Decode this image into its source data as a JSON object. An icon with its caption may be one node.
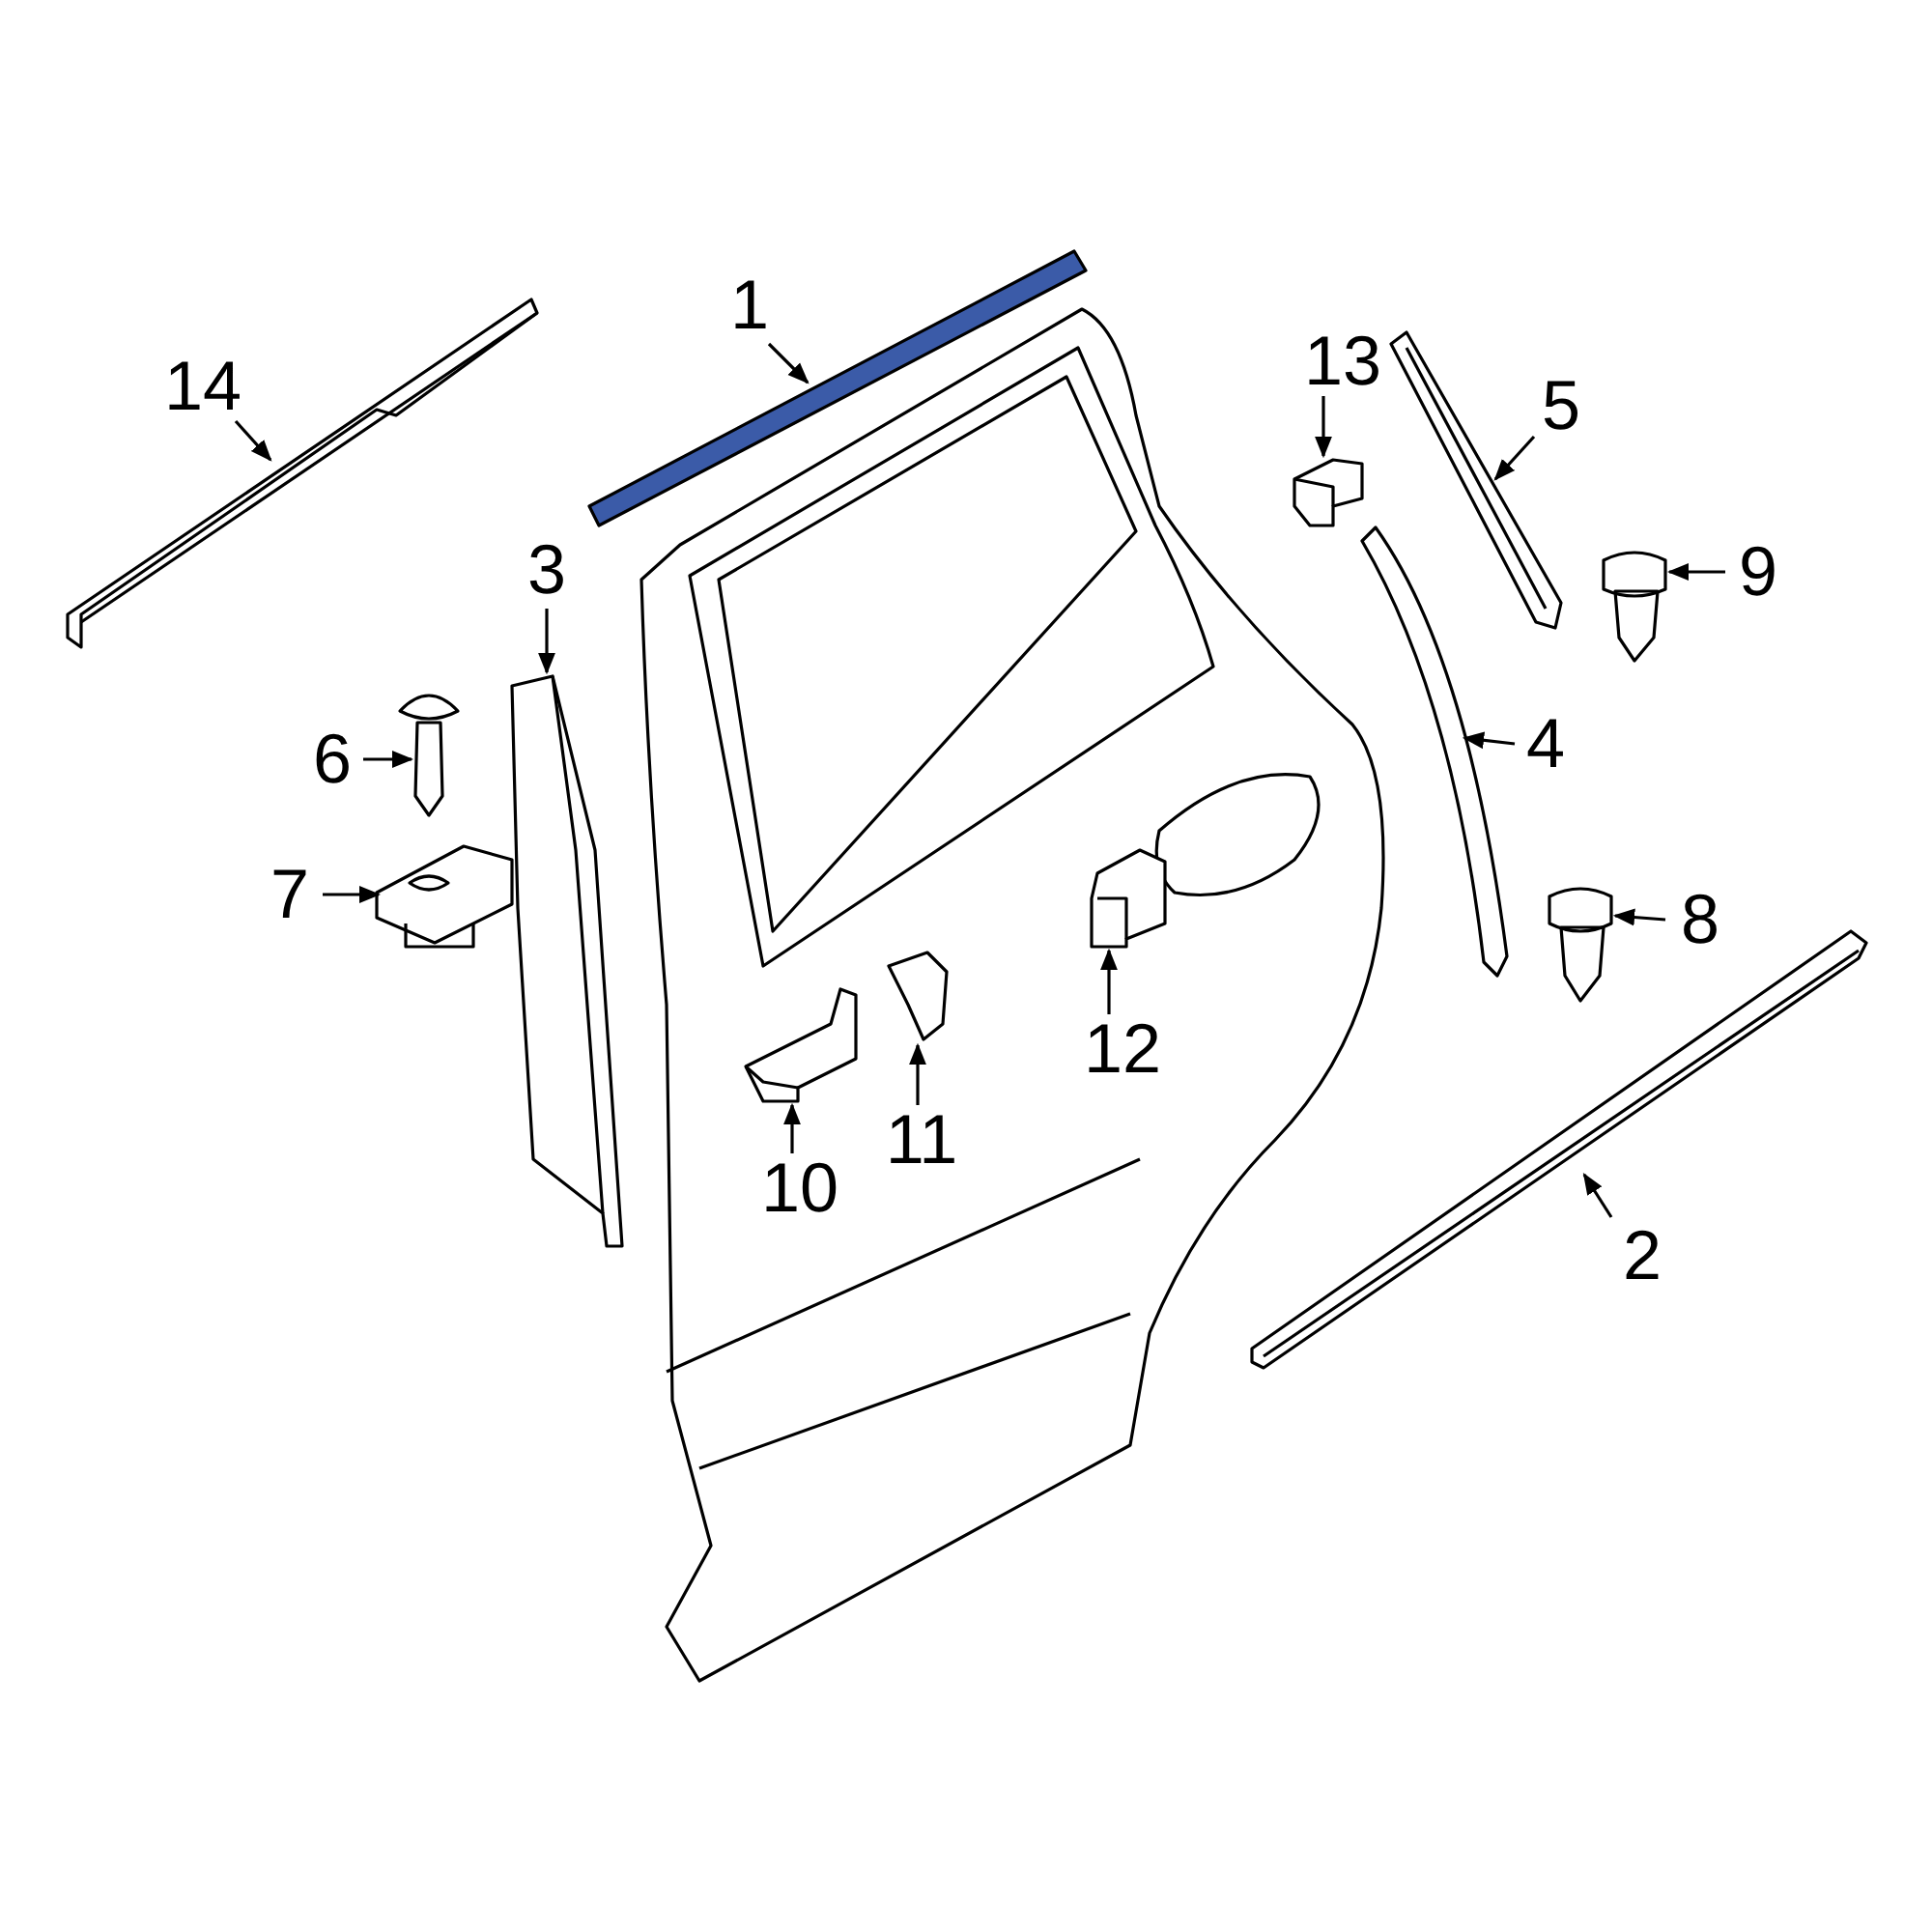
{
  "diagram": {
    "nodes": [
      {
        "text": [
          "1"
        ]
      },
      {
        "text": [
          "13"
        ]
      },
      {
        "text": [
          "14"
        ]
      },
      {
        "text": [
          "5"
        ]
      },
      {
        "text": [
          "3"
        ]
      },
      {
        "text": [
          "9"
        ]
      },
      {
        "text": [
          "4"
        ]
      },
      {
        "text": [
          "6"
        ]
      },
      {
        "text": [
          "7"
        ]
      },
      {
        "text": [
          "8"
        ]
      },
      {
        "text": [
          "12"
        ]
      },
      {
        "text": [
          "11"
        ]
      },
      {
        "text": [
          "10"
        ]
      },
      {
        "text": [
          "2"
        ]
      },
      {
        "text": [],
        "shape": "picture"
      },
      {
        "text": [],
        "shape": "picture"
      },
      {
        "text": [],
        "shape": "picture"
      },
      {
        "text": [],
        "shape": "picture"
      },
      {
        "text": [],
        "shape": "picture"
      },
      {
        "text": [],
        "shape": "picture"
      },
      {
        "text": [],
        "shape": "picture"
      },
      {
        "text": [],
        "shape": "picture"
      },
      {
        "text": [],
        "shape": "picture"
      },
      {
        "text": [],
        "shape": "picture"
      },
      {
        "text": [],
        "shape": "picture"
      },
      {
        "text": [],
        "shape": "picture"
      },
      {
        "text": [],
        "shape": "picture"
      },
      {
        "text": [],
        "shape": "picture"
      }
    ],
    "edges": [
      {
        "from": 0,
        "to": 14,
        "arrow": "to"
      },
      {
        "from": 1,
        "to": 15,
        "arrow": "to"
      },
      {
        "from": 2,
        "to": 16,
        "arrow": "to"
      },
      {
        "from": 3,
        "to": 17,
        "arrow": "to"
      },
      {
        "from": 4,
        "to": 18,
        "arrow": "to"
      },
      {
        "from": 5,
        "to": 19,
        "arrow": "to"
      },
      {
        "from": 6,
        "to": 20,
        "arrow": "to"
      },
      {
        "from": 7,
        "to": 21,
        "arrow": "to"
      },
      {
        "from": 8,
        "to": 22,
        "arrow": "to"
      },
      {
        "from": 9,
        "to": 23,
        "arrow": "to"
      },
      {
        "from": 10,
        "to": 24,
        "arrow": "to"
      },
      {
        "from": 11,
        "to": 25,
        "arrow": "to"
      },
      {
        "from": 12,
        "to": 26,
        "arrow": "to"
      },
      {
        "from": 13,
        "to": 27,
        "arrow": "to"
      }
    ]
  }
}
